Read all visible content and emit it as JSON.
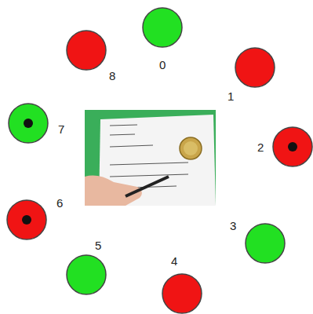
{
  "diagram": {
    "labels": [
      "0",
      "1",
      "2",
      "3",
      "4",
      "5",
      "6",
      "7",
      "8"
    ]
  }
}
